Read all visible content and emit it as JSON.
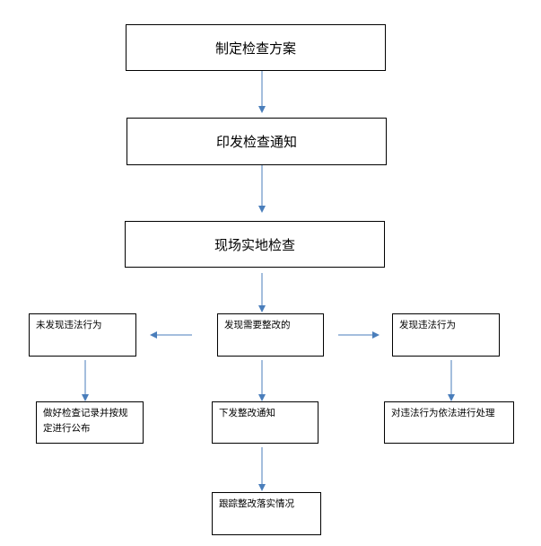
{
  "diagram": {
    "step1": "制定检查方案",
    "step2": "印发检查通知",
    "step3": "现场实地检查",
    "left": "未发现违法行为",
    "center": "发现需要整改的",
    "right": "发现违法行为",
    "left_result": "做好检查记录并按规定进行公布",
    "center_result": "下发整改通知",
    "right_result": "对违法行为依法进行处理",
    "followup": "跟踪整改落实情况"
  },
  "colors": {
    "arrow": "#4a7ebb",
    "border": "#000000"
  }
}
